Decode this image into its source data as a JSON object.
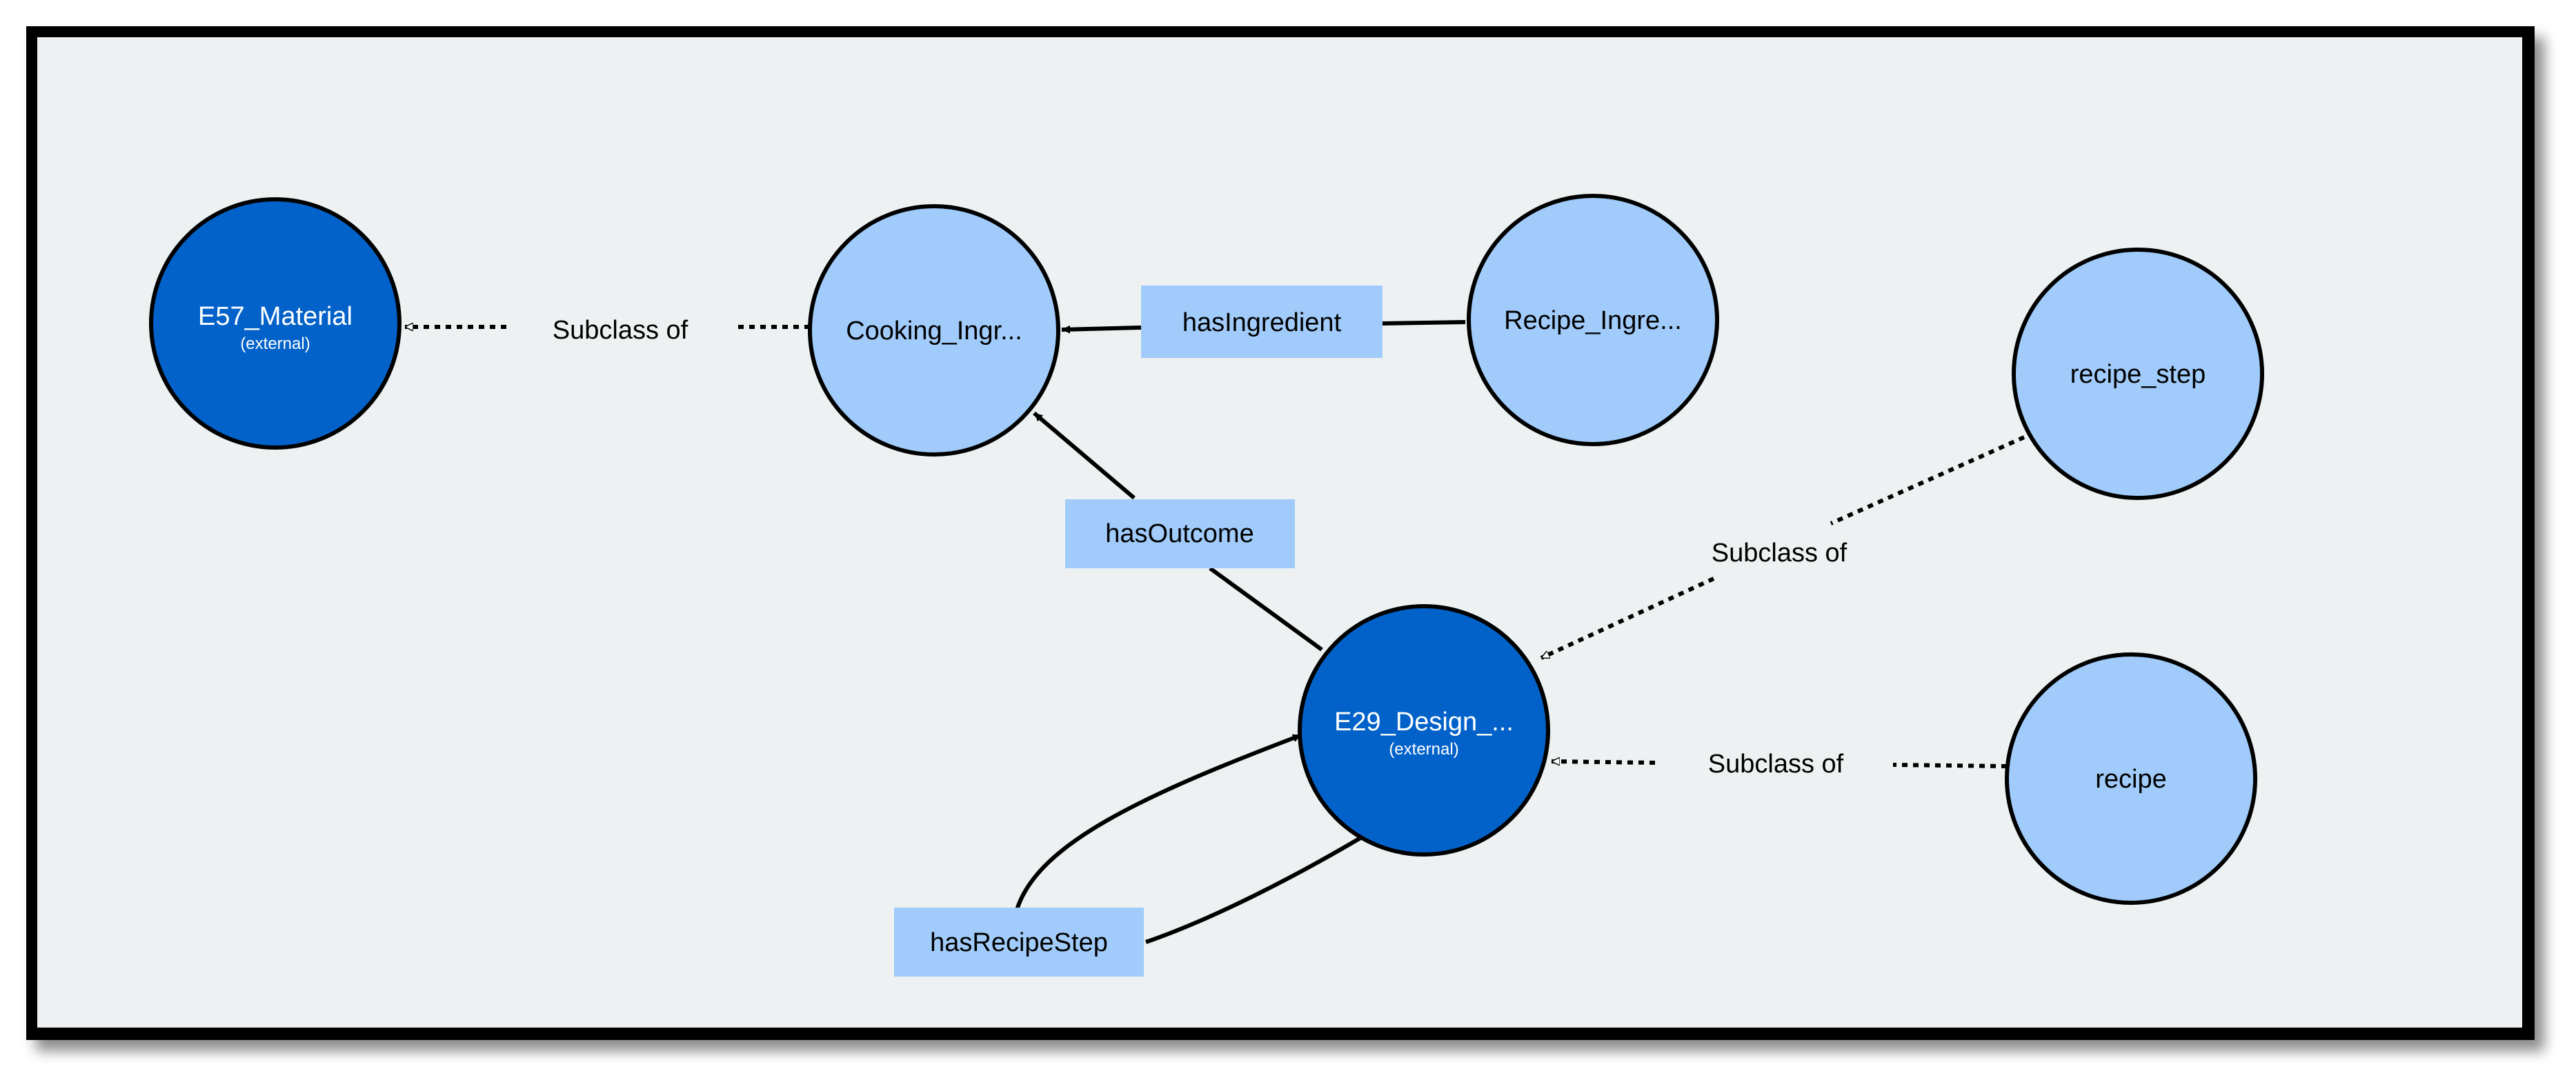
{
  "colors": {
    "canvas": "#edf1f2",
    "external_class": "#0262c9",
    "local_class": "#a0cbfa",
    "label_box": "#a0cbfa",
    "outline": "#000000"
  },
  "nodes": {
    "e57": {
      "label": "E57_Material",
      "sublabel": "(external)"
    },
    "cooking": {
      "label": "Cooking_Ingr..."
    },
    "recipe_ingredient": {
      "label": "Recipe_Ingre..."
    },
    "recipe_step": {
      "label": "recipe_step"
    },
    "e29": {
      "label": "E29_Design_...",
      "sublabel": "(external)"
    },
    "recipe": {
      "label": "recipe"
    }
  },
  "edges": {
    "cooking_subclass": {
      "label": "Subclass of"
    },
    "has_ingredient": {
      "label": "hasIngredient"
    },
    "has_outcome": {
      "label": "hasOutcome"
    },
    "recipe_step_subclass": {
      "label": "Subclass of"
    },
    "recipe_subclass": {
      "label": "Subclass of"
    },
    "has_recipe_step": {
      "label": "hasRecipeStep"
    }
  }
}
